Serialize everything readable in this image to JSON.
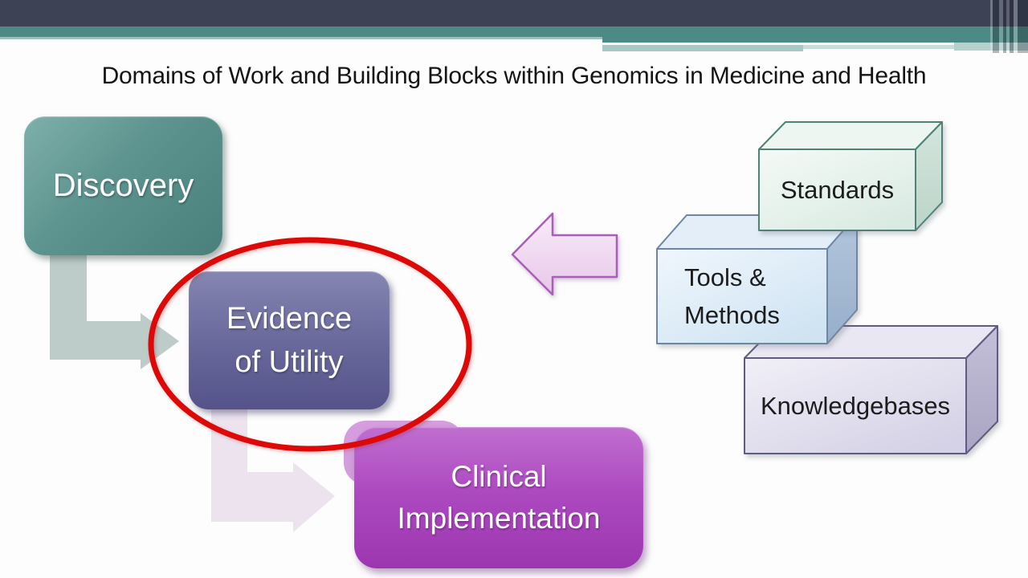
{
  "slide": {
    "title": "Domains of Work and Building Blocks within Genomics in Medicine and Health"
  },
  "domains": [
    {
      "label": "Discovery",
      "fill": "#5e948f"
    },
    {
      "line1": "Evidence",
      "line2": "of Utility",
      "fill": "#6c6c9e",
      "highlighted": true
    },
    {
      "line1": "Clinical",
      "line2": "Implementation",
      "fill": "#ad4ac0"
    }
  ],
  "building_blocks": [
    {
      "label": "Standards",
      "fill": "#e9f3ee"
    },
    {
      "line1": "Tools &",
      "line2": "Methods",
      "fill": "#dcebf7"
    },
    {
      "label": "Knowledgebases",
      "fill": "#e2dfee"
    }
  ],
  "connectors": {
    "discovery_to_evidence": {
      "type": "elbow-arrow",
      "color": "#bdcbc9"
    },
    "evidence_to_clinical": {
      "type": "elbow-arrow",
      "color": "#ece3ef"
    },
    "blocks_to_domains": {
      "type": "block-arrow-left",
      "fill": "#f3dcf4",
      "stroke": "#a95fb8"
    }
  },
  "annotation": {
    "shape": "ellipse-outline",
    "color": "#dd0907",
    "target": "Evidence of Utility"
  },
  "theme": {
    "band_dark": "#3e4255",
    "band_teal": "#4e8a85",
    "band_light": "#a9c7c5",
    "background": "#fdfdfd",
    "title_color": "#141414"
  }
}
